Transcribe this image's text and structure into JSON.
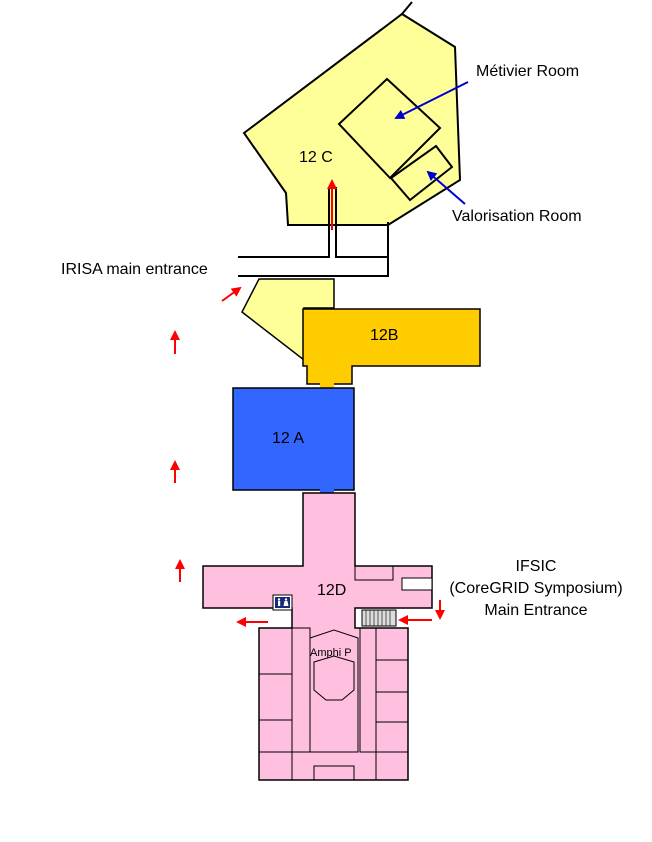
{
  "labels": {
    "metivier_room": "Métivier Room",
    "valorisation_room": "Valorisation Room",
    "irisa_main_entrance": "IRISA main entrance",
    "building_12c": "12 C",
    "building_12b": "12B",
    "building_12a": "12 A",
    "building_12d": "12D",
    "amphi_p": "Amphi P",
    "ifsic_line1": "IFSIC",
    "ifsic_line2": "(CoreGRID Symposium)",
    "ifsic_line3": "Main Entrance"
  },
  "colors": {
    "building_12c": "#ffff99",
    "building_12b": "#ffcc00",
    "building_12a": "#3366ff",
    "building_12d": "#ffc0e0",
    "direction_arrow": "#ff0000",
    "pointer_arrow": "#0000cc",
    "outline": "#000000"
  },
  "icons": {
    "restroom": "restroom-icon"
  }
}
